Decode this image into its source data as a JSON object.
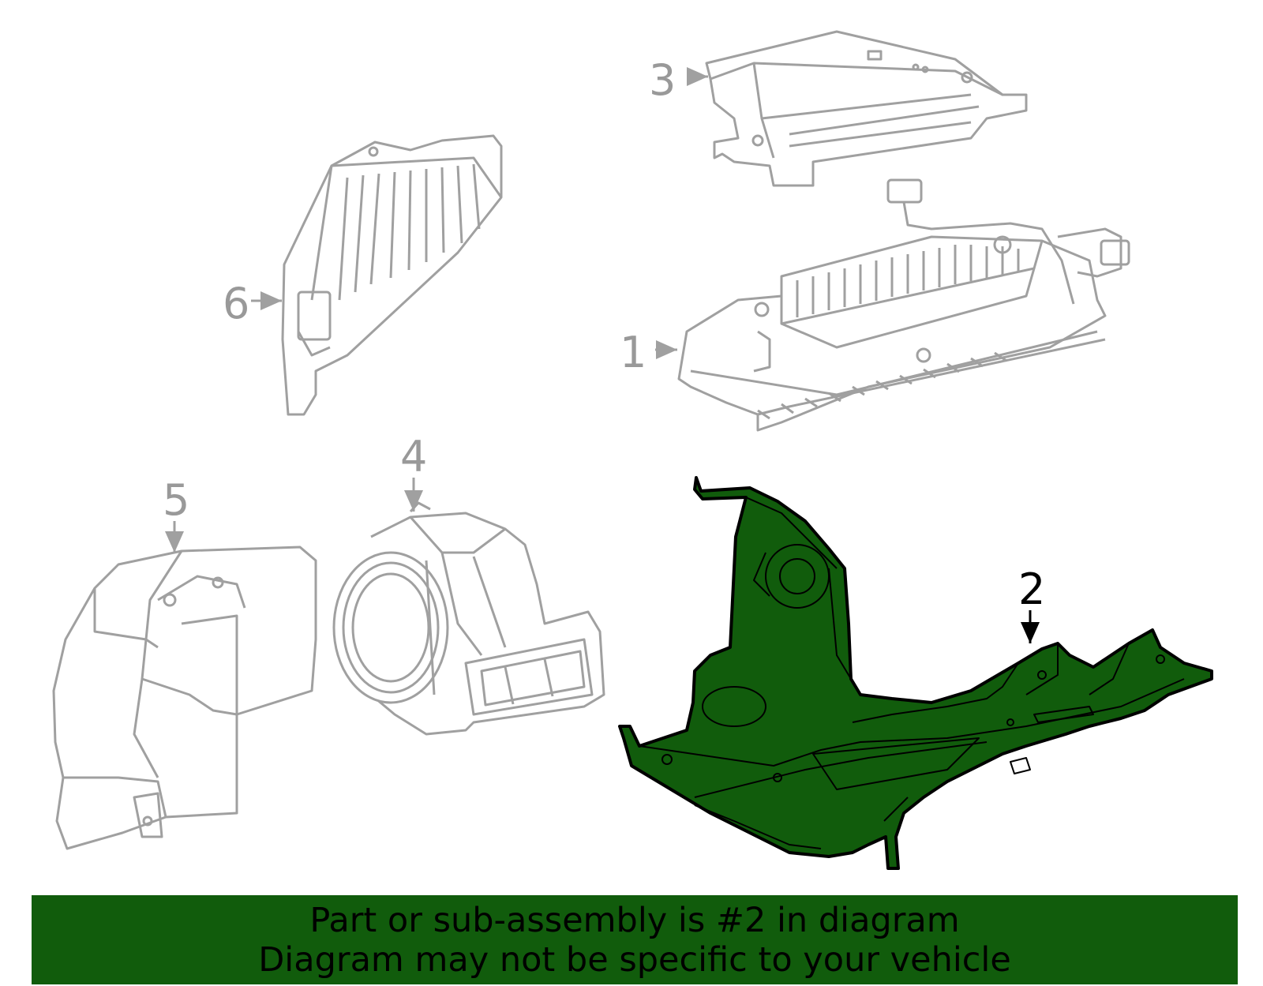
{
  "colors": {
    "highlight_fill": "#115c0c",
    "outline_dim": "#a0a0a0",
    "label_dim": "#999999",
    "highlight_label": "#000000",
    "caption_bar": "#115c0c"
  },
  "callouts": [
    {
      "number": "1",
      "part": "part-1",
      "highlighted": false
    },
    {
      "number": "2",
      "part": "part-2",
      "highlighted": true
    },
    {
      "number": "3",
      "part": "part-3",
      "highlighted": false
    },
    {
      "number": "4",
      "part": "part-4",
      "highlighted": false
    },
    {
      "number": "5",
      "part": "part-5",
      "highlighted": false
    },
    {
      "number": "6",
      "part": "part-6",
      "highlighted": false
    }
  ],
  "caption": {
    "line1": "Part or sub-assembly is #2 in diagram",
    "line2": "Diagram may not be specific to your vehicle"
  }
}
